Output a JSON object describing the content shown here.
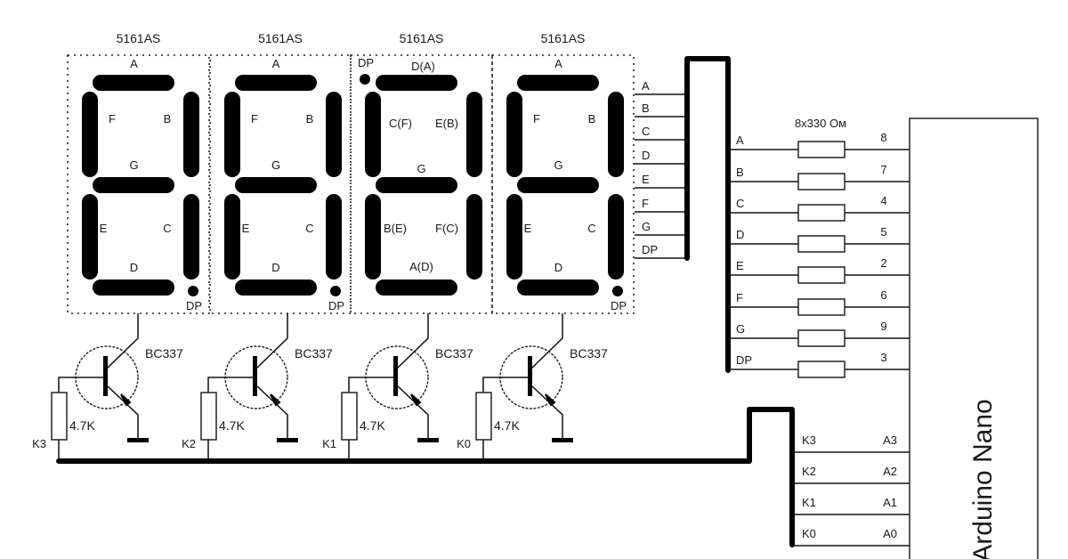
{
  "displays": [
    {
      "model": "5161AS",
      "segments": {
        "a": "A",
        "b": "B",
        "c": "C",
        "d": "D",
        "e": "E",
        "f": "F",
        "g": "G",
        "dp": "DP"
      },
      "inverted": false
    },
    {
      "model": "5161AS",
      "segments": {
        "a": "A",
        "b": "B",
        "c": "C",
        "d": "D",
        "e": "E",
        "f": "F",
        "g": "G",
        "dp": "DP"
      },
      "inverted": false
    },
    {
      "model": "5161AS",
      "segments": {
        "a": "D(A)",
        "b": "E(B)",
        "c": "F(C)",
        "d": "A(D)",
        "e": "B(E)",
        "f": "C(F)",
        "g": "G",
        "dp": "DP"
      },
      "inverted": true
    },
    {
      "model": "5161AS",
      "segments": {
        "a": "A",
        "b": "B",
        "c": "C",
        "d": "D",
        "e": "E",
        "f": "F",
        "g": "G",
        "dp": "DP"
      },
      "inverted": false
    }
  ],
  "display_bus_labels": [
    "A",
    "B",
    "C",
    "D",
    "E",
    "F",
    "G",
    "DP"
  ],
  "resistor_array": {
    "label": "8x330 Ом",
    "lines": [
      {
        "segment": "A",
        "pin": "8"
      },
      {
        "segment": "B",
        "pin": "7"
      },
      {
        "segment": "C",
        "pin": "4"
      },
      {
        "segment": "D",
        "pin": "5"
      },
      {
        "segment": "E",
        "pin": "2"
      },
      {
        "segment": "F",
        "pin": "6"
      },
      {
        "segment": "G",
        "pin": "9"
      },
      {
        "segment": "DP",
        "pin": "3"
      }
    ]
  },
  "transistors": [
    {
      "model": "BC337",
      "resistor": "4.7K",
      "control": "K3"
    },
    {
      "model": "BC337",
      "resistor": "4.7K",
      "control": "K2"
    },
    {
      "model": "BC337",
      "resistor": "4.7K",
      "control": "K1"
    },
    {
      "model": "BC337",
      "resistor": "4.7K",
      "control": "K0"
    }
  ],
  "control_lines": [
    {
      "net": "K3",
      "pin": "A3"
    },
    {
      "net": "K2",
      "pin": "A2"
    },
    {
      "net": "K1",
      "pin": "A1"
    },
    {
      "net": "K0",
      "pin": "A0"
    }
  ],
  "board": {
    "name": "Arduino Nano"
  }
}
